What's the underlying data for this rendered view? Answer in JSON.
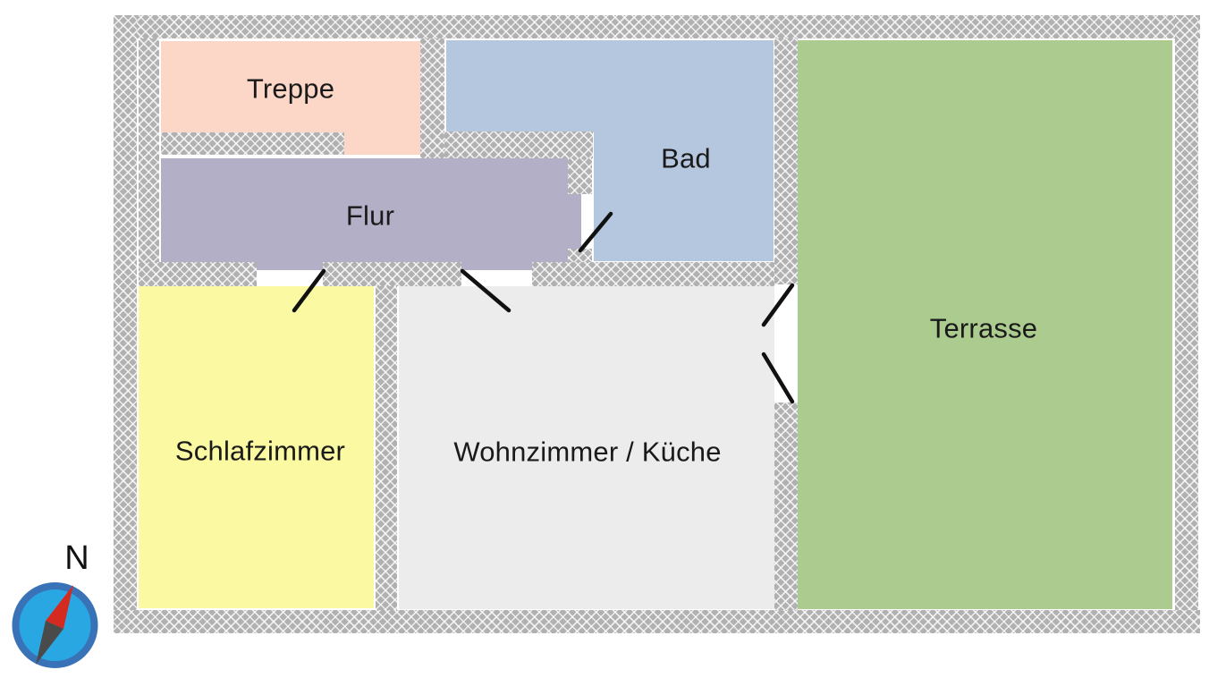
{
  "floorplan": {
    "rooms": {
      "treppe": {
        "label": "Treppe",
        "color": "#fcd7c8"
      },
      "bad": {
        "label": "Bad",
        "color": "#b5c7de"
      },
      "flur": {
        "label": "Flur",
        "color": "#b2afc7"
      },
      "schlafzimmer": {
        "label": "Schlafzimmer",
        "color": "#fbfaa3"
      },
      "wohnzimmer": {
        "label": "Wohnzimmer / Küche",
        "color": "#ececec"
      },
      "terrasse": {
        "label": "Terrasse",
        "color": "#abcc8e"
      }
    },
    "walls": {
      "fill_color": "#b1b1b1",
      "hatch_style": "white diagonal cross-hatch"
    },
    "doors": {
      "count": 5,
      "swing_line_color": "#111111"
    },
    "compass": {
      "north_label": "N",
      "dial_color": "#29a7e2",
      "ring_color": "#3a72b8",
      "needle_north_color": "#d42a20",
      "needle_south_color": "#4a4a4a"
    }
  }
}
